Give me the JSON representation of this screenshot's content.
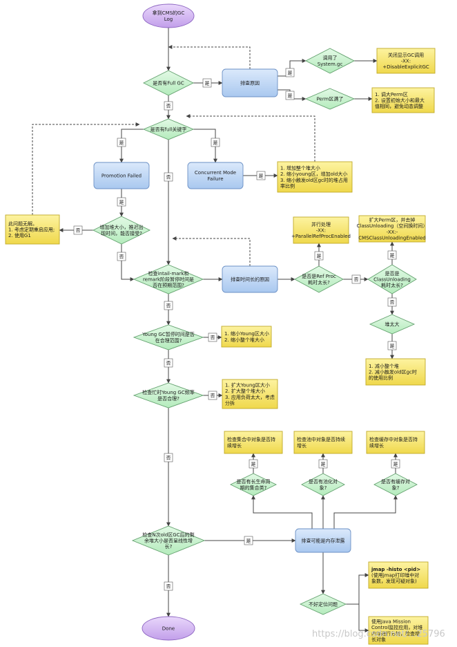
{
  "nodes": {
    "start": [
      "拿到CMS的GC",
      "Log"
    ],
    "d_full_gc": [
      "是否有Full GC"
    ],
    "p_find_cause": [
      "排查原因"
    ],
    "d_system_gc": [
      "调用了",
      "System.gc"
    ],
    "y_disable_gc": [
      "关闭显示GC调用",
      "-XX:",
      "+DisableExplicitGC"
    ],
    "d_perm_full": [
      "Perm区满了"
    ],
    "y_adjust_perm": [
      "1. 调大Perm区",
      "2. 设置初始大小和最大",
      "值相同，避免动态调整"
    ],
    "d_keywords": [
      "是否有full关键字"
    ],
    "p_promotion": [
      "Promotion Failed"
    ],
    "p_cmf": [
      "Concurrent Mode",
      "Failure"
    ],
    "y_cmf_fix": [
      "1. 增加整个堆大小",
      "2. 缩小young区，增加old大小",
      "3. 缩小触发old区gc时的堆占用",
      "率比例"
    ],
    "d_increase_heap": [
      "增加堆大小，推迟出",
      "现时间，能否接受?"
    ],
    "y_unsolved": [
      "此问题无解。",
      "1. 考虑定期重启应用;",
      "2. 使用G1"
    ],
    "d_remark": [
      "检查intail-mark和",
      "remark阶段暂停时间是",
      "否在预期范围?"
    ],
    "p_long_time": [
      "排查时间长的原因"
    ],
    "d_ref_proc": [
      "是否是Ref Proc",
      "耗时太长?"
    ],
    "y_parallel_ref": [
      "并行处理",
      "-XX:",
      "+ParallelRefProcEnabled"
    ],
    "d_class_unload": [
      "是否是",
      "ClassUnloading",
      "耗时太长?"
    ],
    "y_class_unload_fix": [
      "扩大Perm区，并去掉",
      "ClassUnloading（空间换时间）",
      "-XX:-",
      "CMSClassUnloadingEnabled"
    ],
    "d_heap_too_big": [
      "堆太大"
    ],
    "y_shrink_heap": [
      "1. 减小整个堆",
      "2. 减小触发old区gc时",
      "的使用比例"
    ],
    "d_young_pause": [
      "Young GC暂停时间是否",
      "在合理范围?"
    ],
    "y_young_pause_fix": [
      "1. 缩小Young区大小",
      "2. 缩小整个堆大小"
    ],
    "d_young_freq": [
      "检查忙时Young GC频率",
      "是否合理?"
    ],
    "y_young_freq_fix": [
      "1. 扩大Young区大小",
      "2. 扩大整个堆大小",
      "3. 应用负荷太大，考虑",
      "分拆"
    ],
    "y_check_collection": [
      "检查集合中对象是否持",
      "续增长"
    ],
    "y_check_pool": [
      "检查池中对象是否持续",
      "增长"
    ],
    "y_check_cache": [
      "检查缓存中对象是否持",
      "续增长"
    ],
    "d_collection": [
      "是否有长生命周",
      "期的集合类?"
    ],
    "d_pool": [
      "是否有池化对",
      "象?"
    ],
    "d_cache": [
      "是否有缓存对",
      "象?"
    ],
    "d_old_linear": [
      "检查N次old区GC后的剩",
      "余堆大小是否呈线性增",
      "长?"
    ],
    "p_memory_leak": [
      "排查可能是内存泄露"
    ],
    "d_hard_locate": [
      "不好定位问题"
    ],
    "y_jmap": [
      "jmap -histo <pid>",
      "(使用jmap打印堆中对",
      "象数，发现可疑对象)"
    ],
    "y_jmc": [
      "使用Java Mission",
      "Control监控应用，对堆",
      "内存进行分析，检查增",
      "长对象"
    ],
    "done": [
      "Done"
    ]
  },
  "edge_labels": {
    "yes": "是",
    "no": "否"
  },
  "watermark": "https://blog.csdn.net/...25796",
  "colors": {
    "process_fill": "#c7dcf6",
    "process_stroke": "#6a8fc4",
    "decision_fill": "#cdf3d2",
    "decision_stroke": "#62a06d",
    "note_fill": "#f9ec74",
    "note_stroke": "#bfa928",
    "terminal_fill": "#d5b8f2",
    "terminal_stroke": "#8b63c0",
    "edge": "#444444"
  }
}
